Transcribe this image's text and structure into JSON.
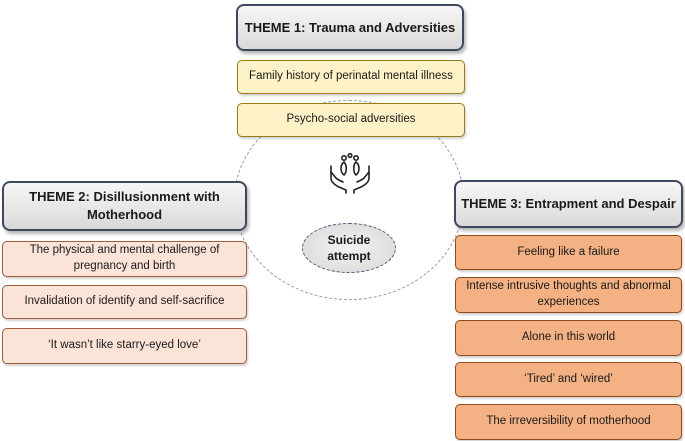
{
  "center": {
    "label": "Suicide attempt"
  },
  "themes": [
    {
      "title": "THEME 1: Trauma and Adversities",
      "items": [
        "Family history of perinatal mental illness",
        "Psycho-social adversities"
      ]
    },
    {
      "title": "THEME 2: Disillusionment with Motherhood",
      "items": [
        "The physical and mental challenge of pregnancy and birth",
        "Invalidation of identify and self-sacrifice",
        "‘It wasn’t like starry-eyed love’"
      ]
    },
    {
      "title": "THEME 3: Entrapment and Despair",
      "items": [
        "Feeling like a failure",
        "Intense intrusive thoughts and abnormal experiences",
        "Alone in this world",
        "‘Tired’ and ‘wired’",
        "The irreversibility of motherhood"
      ]
    }
  ],
  "icons": {
    "center_icon": "hands-holding-figures-icon"
  }
}
